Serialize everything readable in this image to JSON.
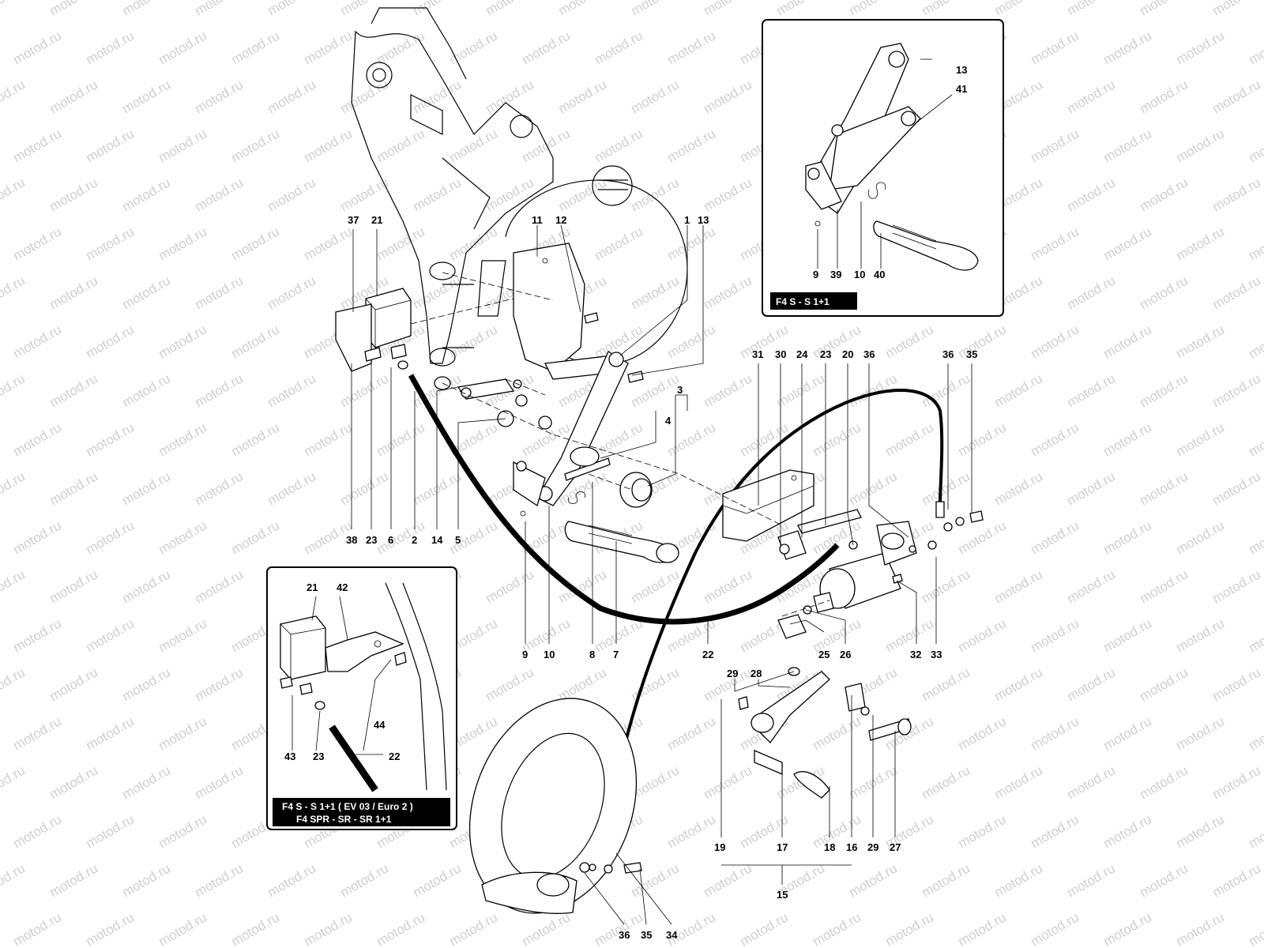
{
  "watermark": "motod.ru",
  "colors": {
    "line": "#000000",
    "watermark": "#cfcfcf",
    "tag_bg": "#000000",
    "tag_text": "#ffffff"
  },
  "callouts": {
    "main": [
      "37",
      "21",
      "11",
      "12",
      "1",
      "13",
      "38",
      "23",
      "6",
      "2",
      "14",
      "5",
      "3",
      "4",
      "9",
      "10",
      "8",
      "7",
      "22",
      "31",
      "30",
      "24",
      "23",
      "20",
      "36",
      "36",
      "35",
      "32",
      "33",
      "25",
      "26",
      "29",
      "28",
      "19",
      "17",
      "18",
      "16",
      "29",
      "27",
      "15",
      "36",
      "35",
      "34"
    ],
    "inset_top": [
      "13",
      "41",
      "9",
      "39",
      "10",
      "40"
    ],
    "inset_bottom": [
      "21",
      "42",
      "43",
      "23",
      "44",
      "22"
    ]
  },
  "inset_top": {
    "tag": "F4 S - S 1+1"
  },
  "inset_bottom": {
    "tag_line1": "F4 S - S 1+1 ( EV 03 / Euro 2 )",
    "tag_line2": "F4 SPR - SR - SR 1+1"
  }
}
